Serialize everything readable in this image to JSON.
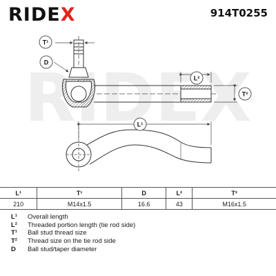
{
  "brand": {
    "name_part": "RIDE",
    "name_x": "X"
  },
  "part_number": "914T0255",
  "watermark": "RIDEX",
  "dimension_labels": {
    "t1": "T¹",
    "d": "D",
    "l2": "L²",
    "t2": "T²",
    "l1": "L¹"
  },
  "table": {
    "headers": [
      "L¹",
      "T¹",
      "D",
      "L²",
      "T²"
    ],
    "values": [
      "210",
      "M14x1.5",
      "16.6",
      "43",
      "M16x1.5"
    ]
  },
  "legend": [
    {
      "code": "L¹",
      "description": "Overall length"
    },
    {
      "code": "L²",
      "description": "Threaded portion length (tie rod side)"
    },
    {
      "code": "T¹",
      "description": "Ball stud thread size"
    },
    {
      "code": "T²",
      "description": "Thread size on the tie rod side"
    },
    {
      "code": "D",
      "description": "Ball stud/taper diameter"
    }
  ]
}
